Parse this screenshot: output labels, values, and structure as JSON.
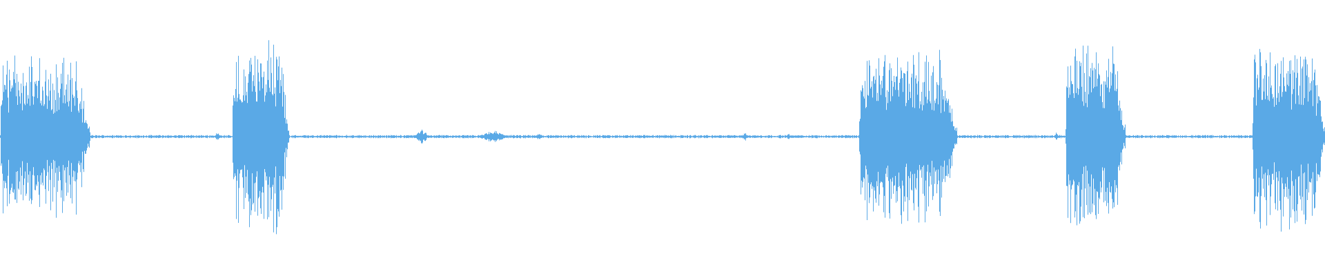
{
  "waveform": {
    "color": "#5aa9e6",
    "background": "#ffffff",
    "bursts": [
      {
        "start": 0.0,
        "end": 0.068,
        "peak": 0.52
      },
      {
        "start": 0.175,
        "end": 0.218,
        "peak": 0.62
      },
      {
        "start": 0.648,
        "end": 0.722,
        "peak": 0.55
      },
      {
        "start": 0.804,
        "end": 0.849,
        "peak": 0.58
      },
      {
        "start": 0.945,
        "end": 1.0,
        "peak": 0.6
      }
    ],
    "small_blips": [
      {
        "center": 0.164,
        "width": 0.004,
        "peak": 0.04
      },
      {
        "center": 0.318,
        "width": 0.012,
        "peak": 0.05
      },
      {
        "center": 0.372,
        "width": 0.025,
        "peak": 0.04
      },
      {
        "center": 0.407,
        "width": 0.008,
        "peak": 0.025
      },
      {
        "center": 0.562,
        "width": 0.006,
        "peak": 0.03
      },
      {
        "center": 0.595,
        "width": 0.006,
        "peak": 0.02
      },
      {
        "center": 0.797,
        "width": 0.004,
        "peak": 0.03
      }
    ],
    "noise_floor": 0.008
  }
}
